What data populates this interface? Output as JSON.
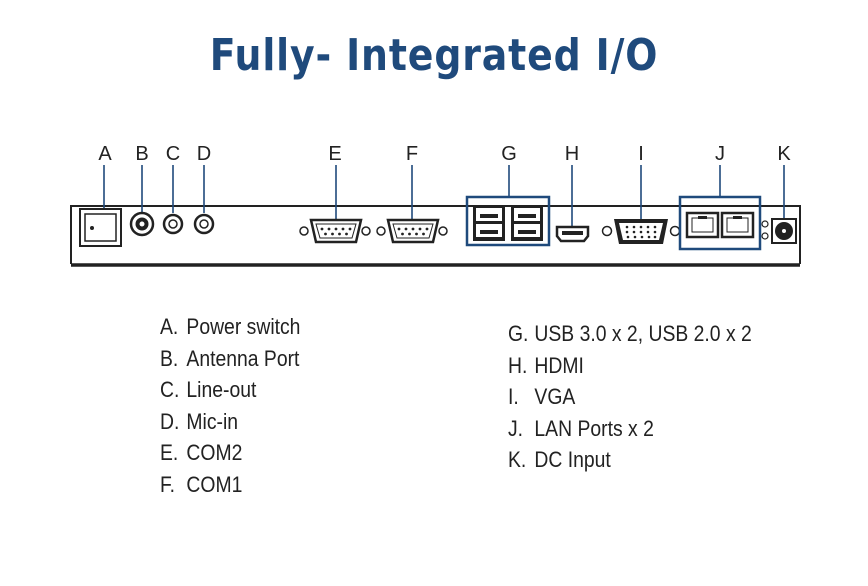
{
  "title": "Fully- Integrated I/O",
  "accent_color": "#1f4a7c",
  "ports": [
    {
      "letter": "A",
      "name": "Power switch"
    },
    {
      "letter": "B",
      "name": "Antenna Port"
    },
    {
      "letter": "C",
      "name": "Line-out"
    },
    {
      "letter": "D",
      "name": "Mic-in"
    },
    {
      "letter": "E",
      "name": "COM2"
    },
    {
      "letter": "F",
      "name": "COM1"
    },
    {
      "letter": "G",
      "name": "USB 3.0 x 2, USB 2.0 x 2"
    },
    {
      "letter": "H",
      "name": "HDMI"
    },
    {
      "letter": "I",
      "name": "VGA"
    },
    {
      "letter": "J",
      "name": "LAN Ports x 2"
    },
    {
      "letter": "K",
      "name": "DC Input"
    }
  ],
  "legend_labels": {
    "A": "A.",
    "B": "B.",
    "C": "C.",
    "D": "D.",
    "E": "E.",
    "F": "F.",
    "G": "G.",
    "H": "H.",
    "I": "I.",
    "J": "J.",
    "K": "K."
  }
}
